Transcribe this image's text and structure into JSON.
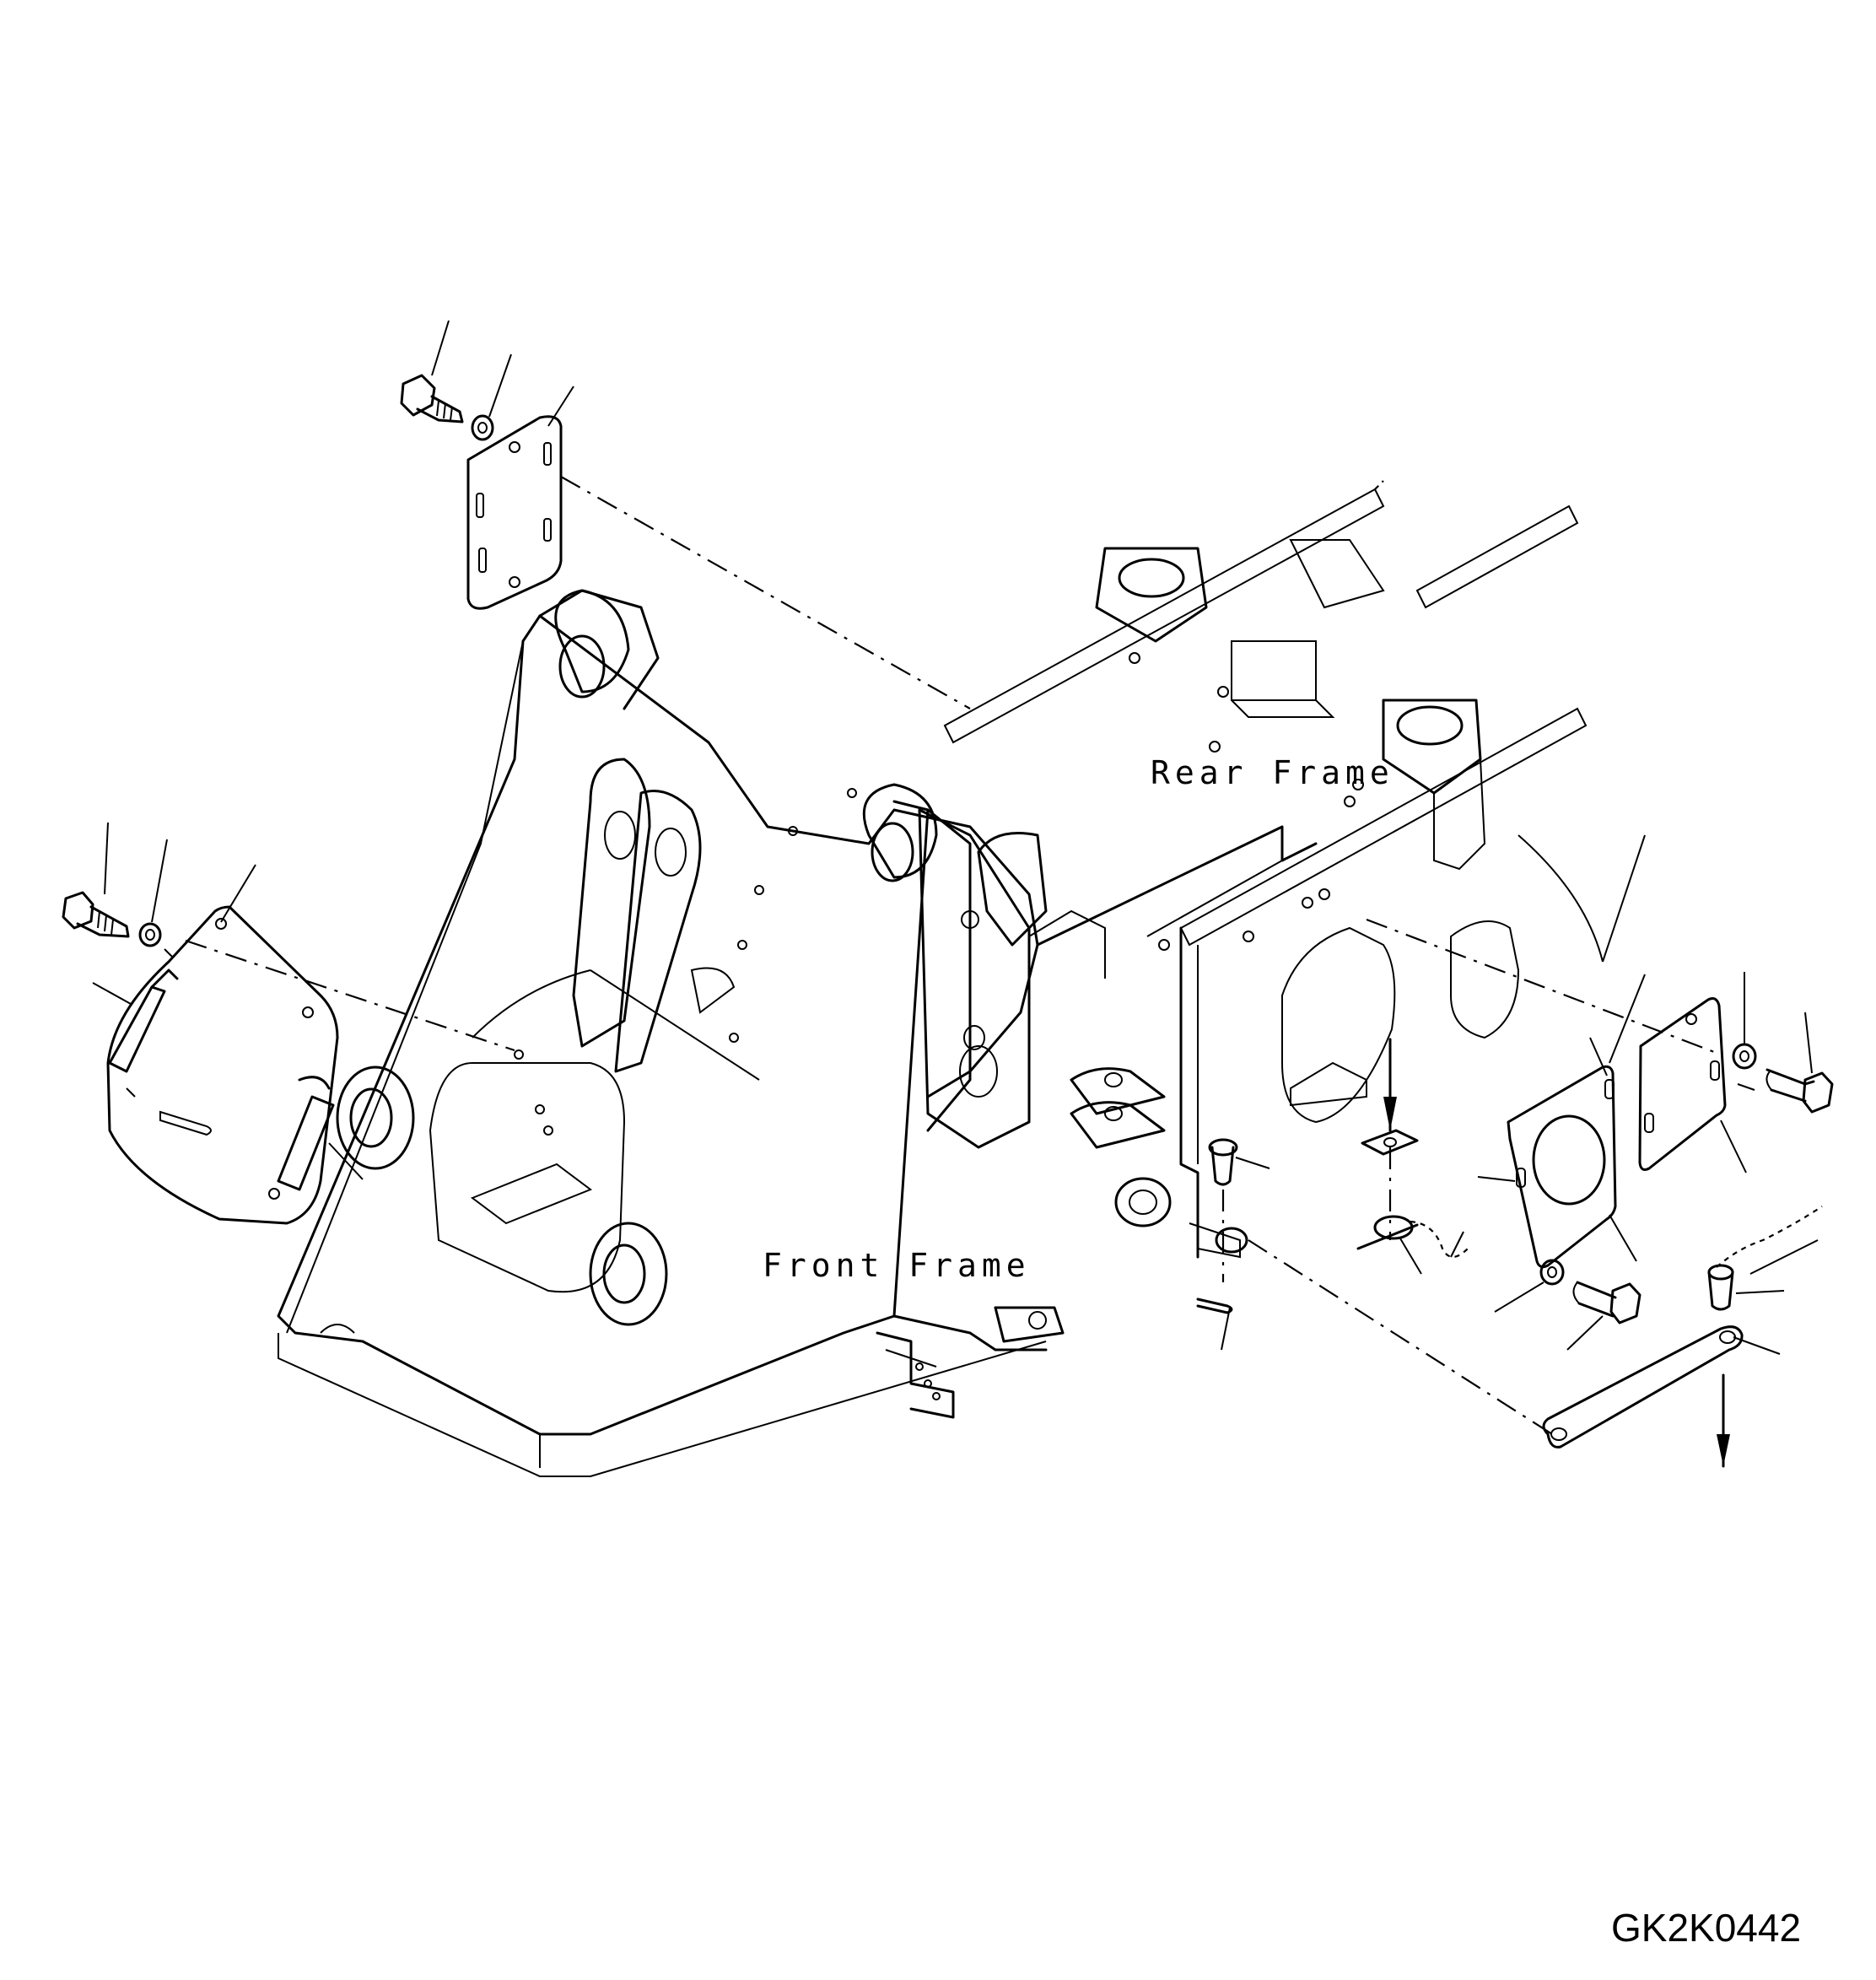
{
  "labels": {
    "rear_frame": "Rear Frame",
    "front_frame": "Front Frame"
  },
  "drawing_code": "GK2K0442"
}
